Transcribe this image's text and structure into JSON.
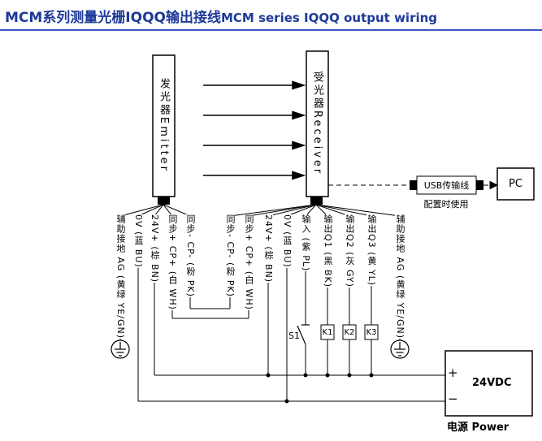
{
  "title": {
    "zh": "MCM系列测量光栅IQQQ输出接线",
    "en": "MCM series IQQQ output wiring"
  },
  "emitter": {
    "label": "发光器Emitter",
    "wires": [
      "辅助接地 AG (黄绿 YE/GN)",
      "0V (蓝 BU)",
      "24V+ (棕 BN)",
      "同步+ CP+ (白 WH)",
      "同步- CP- (粉 PK)"
    ]
  },
  "receiver": {
    "label": "受光器Receiver",
    "wires": [
      "同步- CP- (粉 PK)",
      "同步+ CP+ (白 WH)",
      "24V+ (棕 BN)",
      "0V (蓝 BU)",
      "输入 (紫 PL)",
      "输出Q1 (黑 BK)",
      "输出Q2 (灰 GY)",
      "输出Q3 (黄 YL)",
      "辅助接地 AG (黄绿 YE/GN)"
    ]
  },
  "usb": {
    "cable": "USB传输线",
    "note": "配置时使用",
    "pc": "PC"
  },
  "control": {
    "switch": "S1",
    "relays": [
      "K1",
      "K2",
      "K3"
    ]
  },
  "power": {
    "voltage": "24VDC",
    "plus": "+",
    "minus": "−",
    "label": "电源 Power"
  },
  "colors": {
    "title": "#1e3a99",
    "rule": "#3d56c0",
    "line": "#000000"
  }
}
